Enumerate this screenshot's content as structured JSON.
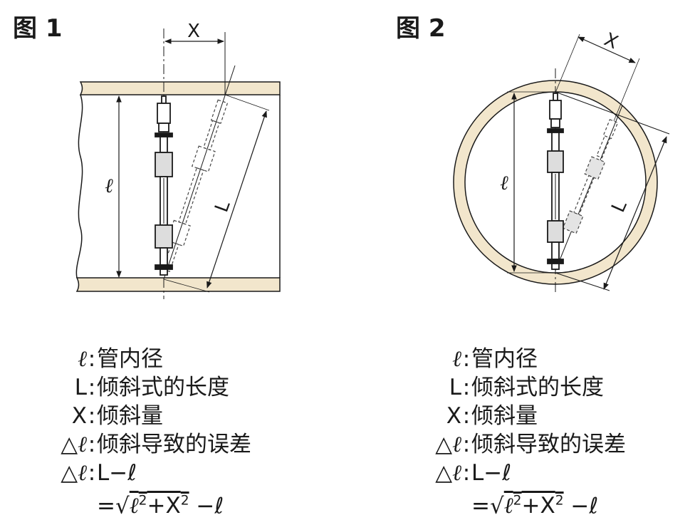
{
  "figure1": {
    "title": "图 1",
    "dim_x": "X",
    "dim_inner": "ℓ",
    "dim_L": "L"
  },
  "figure2": {
    "title": "图 2",
    "dim_x": "X",
    "dim_inner": "ℓ",
    "dim_L": "L"
  },
  "legend": {
    "l_symbol": "ℓ",
    "l_text": "管内径",
    "L_symbol": "L",
    "L_text": "倾斜式的长度",
    "X_symbol": "X",
    "X_text": "倾斜量",
    "dl_symbol": "△ℓ",
    "dl_text": "倾斜导致的误差",
    "formula_line1": "L−ℓ",
    "formula_eq": "=",
    "formula_sqrt": "√",
    "formula_l": "ℓ",
    "formula_plus_x": "+X",
    "formula_exp": "2",
    "formula_minus_l": " −ℓ"
  },
  "colors": {
    "pipe_fill": "#f2e6cc",
    "line": "#1a1a1a",
    "block_fill": "#dddddd"
  }
}
